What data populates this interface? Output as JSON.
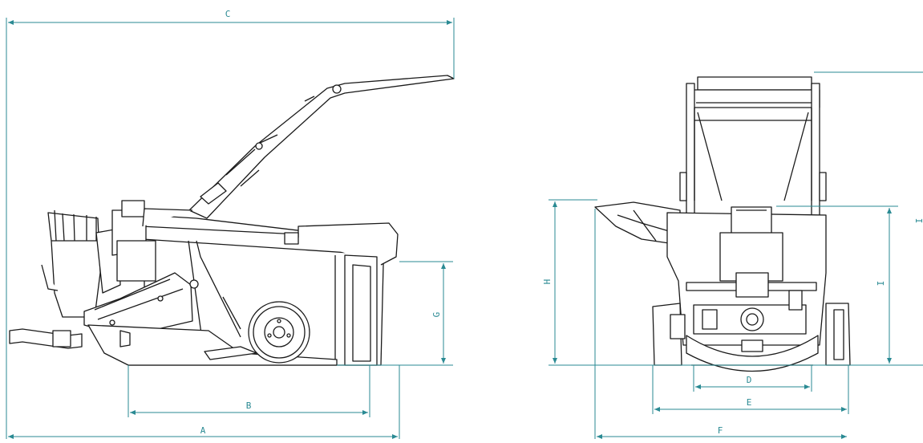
{
  "colors": {
    "dimension": "#2a8a93",
    "outline": "#1a1a1a",
    "fill": "#ffffff"
  },
  "dimensions": {
    "A": "A",
    "B": "B",
    "C": "C",
    "D": "D",
    "E": "E",
    "F": "F",
    "G": "G",
    "H": "H",
    "I": "I"
  }
}
